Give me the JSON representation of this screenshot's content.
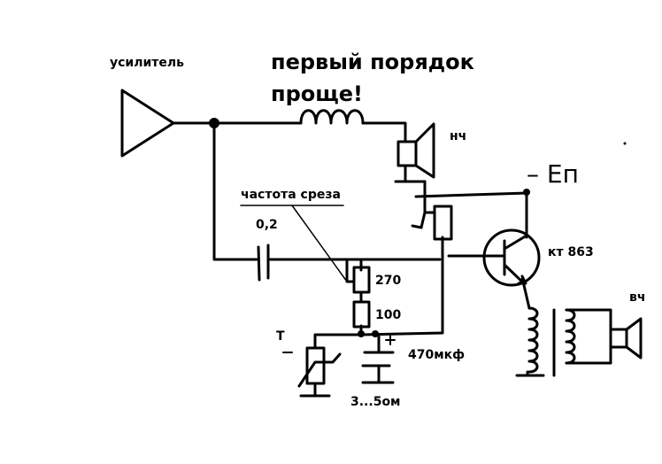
{
  "labels": {
    "amplifier": "усилитель",
    "title_line1": "первый порядок",
    "title_line2": "проще!",
    "lf": "нч",
    "supply": "– Eп",
    "cutoff": "частота среза",
    "cap_value": "0,2",
    "transistor": "кт 863",
    "hf": "вч",
    "r270": "270",
    "r100": "100",
    "cap_electro": "470мкф",
    "thermistor": "T",
    "resistance_range": "3...5ом"
  }
}
